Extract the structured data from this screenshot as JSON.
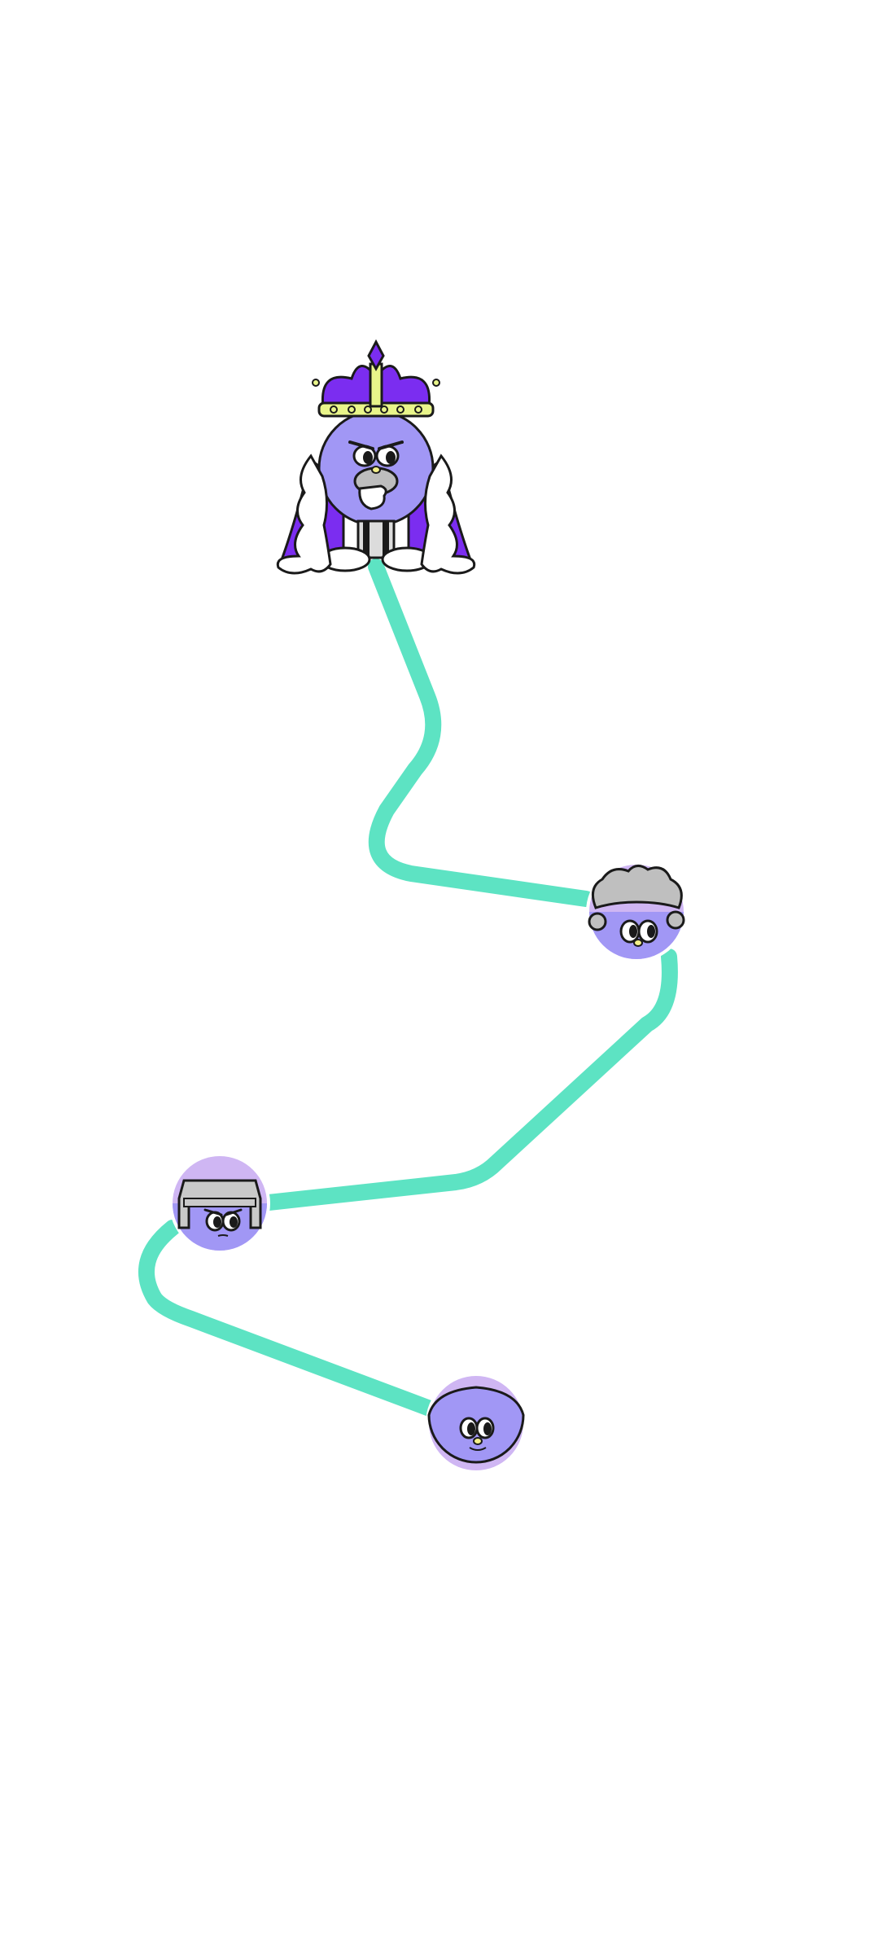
{
  "colors": {
    "background": "#ffffff",
    "path": "#5de3c3",
    "character_body": "#a197f5",
    "character_body_dark": "#8a7cf0",
    "avatar_top": "#cfb6f3",
    "crown_purple": "#7b2df0",
    "crown_gold": "#e9f58a",
    "fur": "#ffffff",
    "outline": "#1a1a1a",
    "wig_gray": "#bfbfbf",
    "helmet_gray": "#c9c9c9",
    "plume_green": "#c6f25a",
    "beak_yellow": "#f4f08a"
  },
  "level_map": {
    "nodes": [
      {
        "id": "king",
        "kind": "boss",
        "icon": "king-character-icon",
        "state": "current"
      },
      {
        "id": "queen",
        "kind": "level",
        "icon": "queen-character-icon",
        "state": "unlocked"
      },
      {
        "id": "knight",
        "kind": "level",
        "icon": "knight-character-icon",
        "state": "unlocked"
      },
      {
        "id": "pawn",
        "kind": "level",
        "icon": "pawn-character-icon",
        "state": "unlocked"
      }
    ]
  }
}
